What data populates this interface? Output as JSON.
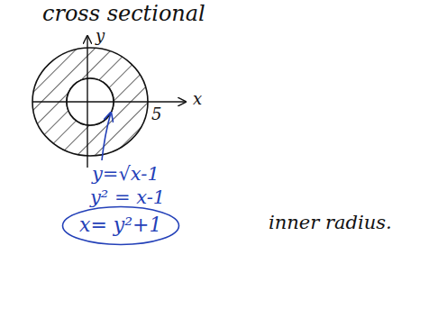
{
  "diagram": {
    "nodes": [
      {
        "text": [
          "x= y²+1"
        ]
      }
    ],
    "labels": [
      "cross sectional",
      "y",
      "x",
      "5",
      "y=√x-1",
      "y² = x-1",
      "inner radius."
    ]
  }
}
